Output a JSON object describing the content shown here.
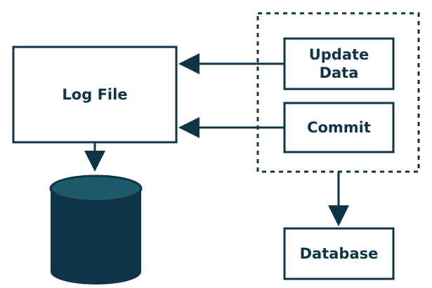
{
  "colors": {
    "stroke": "#0e3445",
    "database_fill": "#0e3445",
    "database_top": "#1d5a6c",
    "background": "#ffffff"
  },
  "nodes": {
    "log_file": {
      "label": "Log File"
    },
    "update_data": {
      "label": "Update\nData"
    },
    "commit": {
      "label": "Commit"
    },
    "database": {
      "label": "Database"
    }
  },
  "edges": [
    {
      "from": "update_data",
      "to": "log_file"
    },
    {
      "from": "commit",
      "to": "log_file"
    },
    {
      "from": "log_file",
      "to": "database-cylinder"
    },
    {
      "from": "transaction-group",
      "to": "database"
    }
  ],
  "icons": {
    "cylinder": "database-cylinder-icon"
  }
}
